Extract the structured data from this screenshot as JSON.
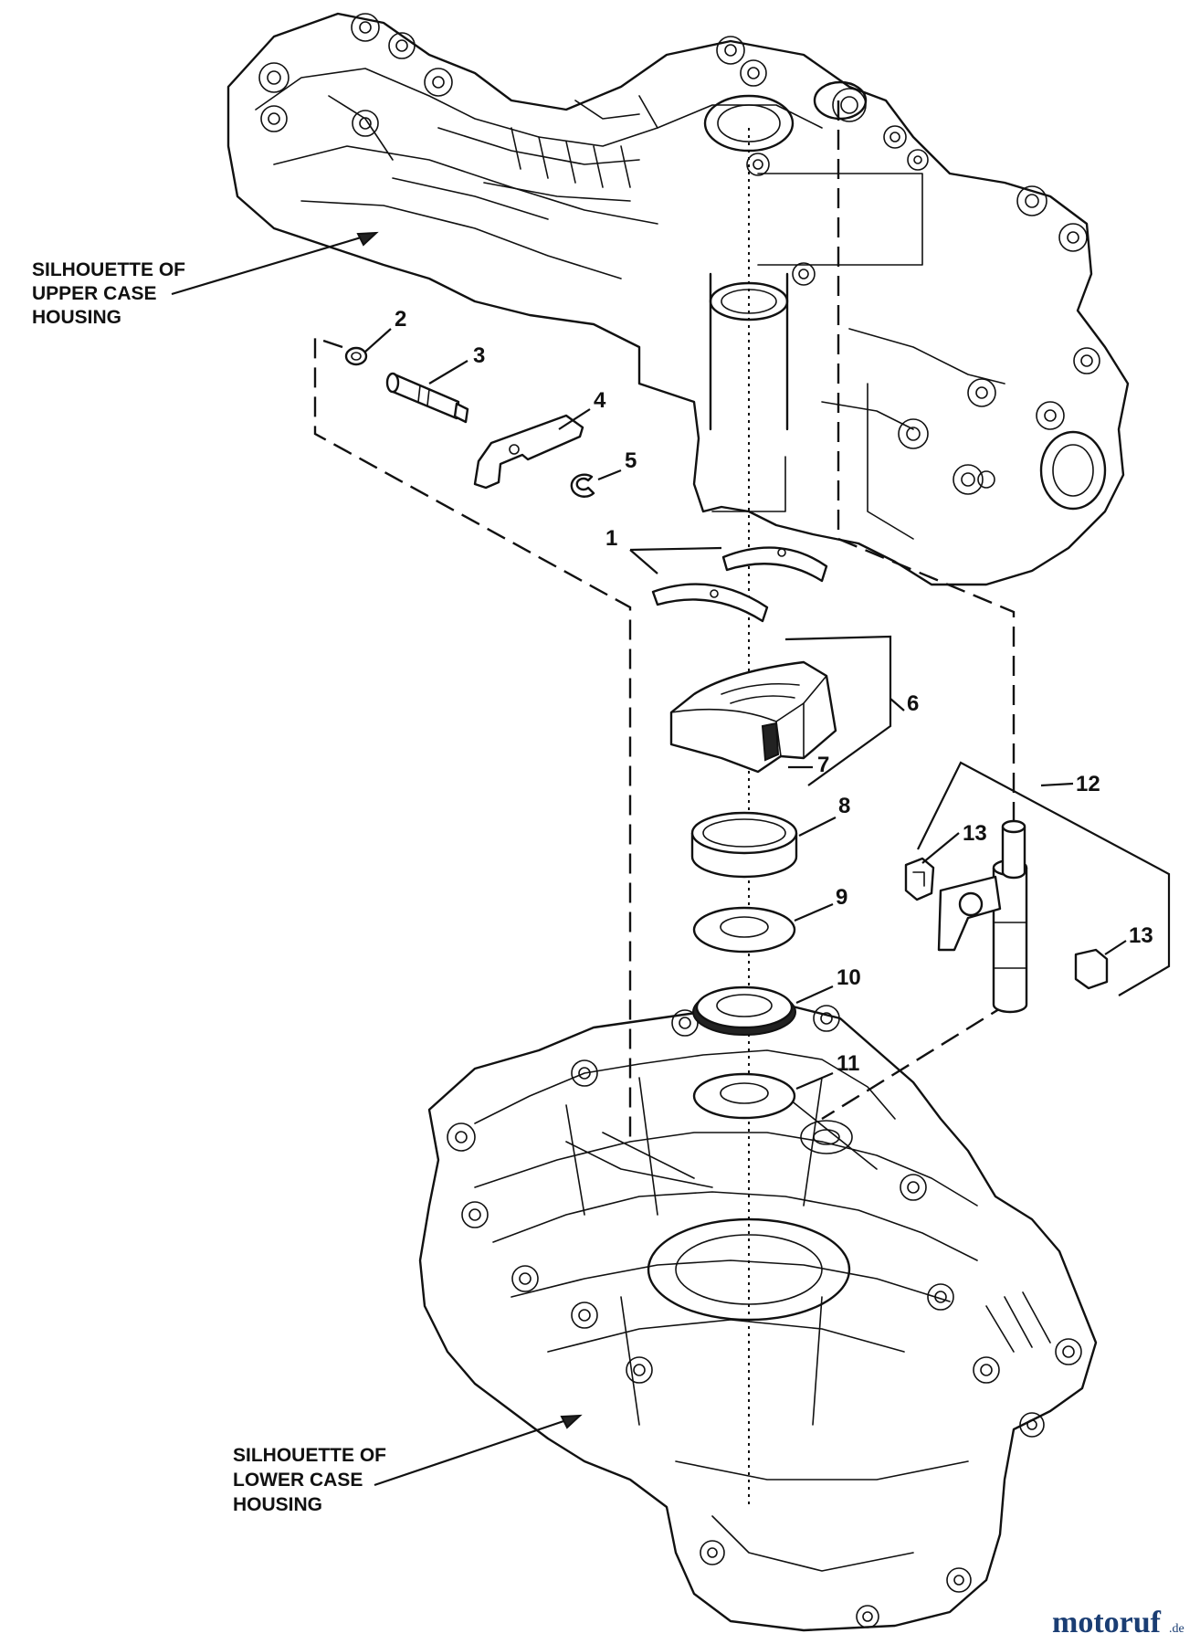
{
  "labels": {
    "upper": [
      "SILHOUETTE OF",
      "UPPER CASE",
      "HOUSING"
    ],
    "lower": [
      "SILHOUETTE OF",
      "LOWER CASE",
      "HOUSING"
    ]
  },
  "callouts": [
    "1",
    "2",
    "3",
    "4",
    "5",
    "6",
    "7",
    "8",
    "9",
    "10",
    "11",
    "12",
    "13",
    "13"
  ],
  "watermark": {
    "brand": "motoruf",
    "tld": ".de"
  },
  "colors": {
    "ink": "#111111",
    "watermark": "#1a3d73"
  }
}
